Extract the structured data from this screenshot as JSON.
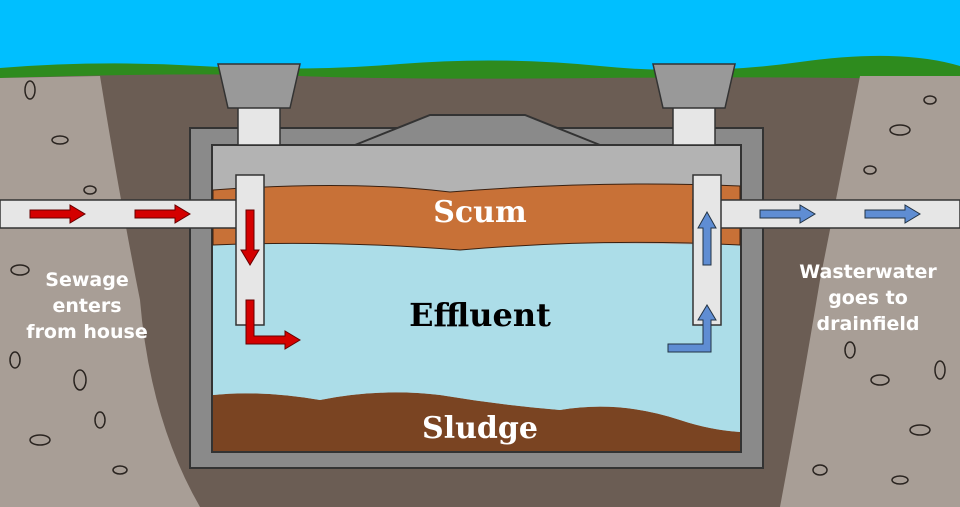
{
  "labels": {
    "scum": "Scum",
    "effluent": "Effluent",
    "sludge": "Sludge",
    "inlet": [
      "Sewage",
      "enters",
      "from house"
    ],
    "outlet": [
      "Wasterwater",
      "goes to",
      "drainfield"
    ]
  },
  "colors": {
    "sky": "#00bfff",
    "grass": "#2e8b1e",
    "soil": "#6b5d54",
    "gravel": "#a89e96",
    "tank_outer": "#8a8a8a",
    "tank_inner": "#b3b3b3",
    "scum": "#c87137",
    "effluent": "#acdde8",
    "sludge": "#7a4422",
    "pipe": "#e6e6e6",
    "inflow_arrow": "#d40000",
    "outflow_arrow": "#5f8dd3"
  }
}
